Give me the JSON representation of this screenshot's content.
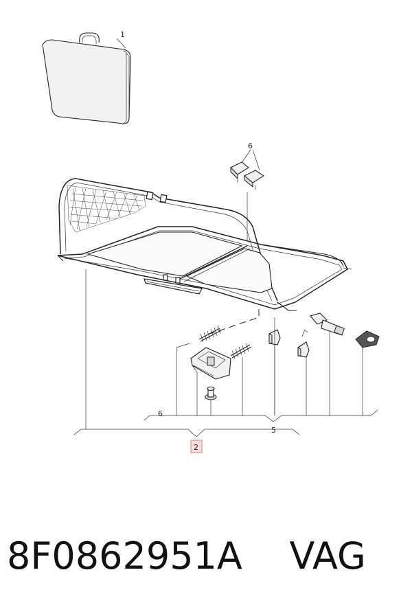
{
  "callouts": {
    "cover_bag": "1",
    "assembly": "2",
    "fastener_kit_left": "6",
    "fastener_kit_top": "6",
    "mount_parts": "5"
  },
  "caption": "8F0862951A    VAG",
  "colors": {
    "line": "#222222",
    "highlight_fill": "#f9dcdc",
    "highlight_border": "#d08080"
  }
}
